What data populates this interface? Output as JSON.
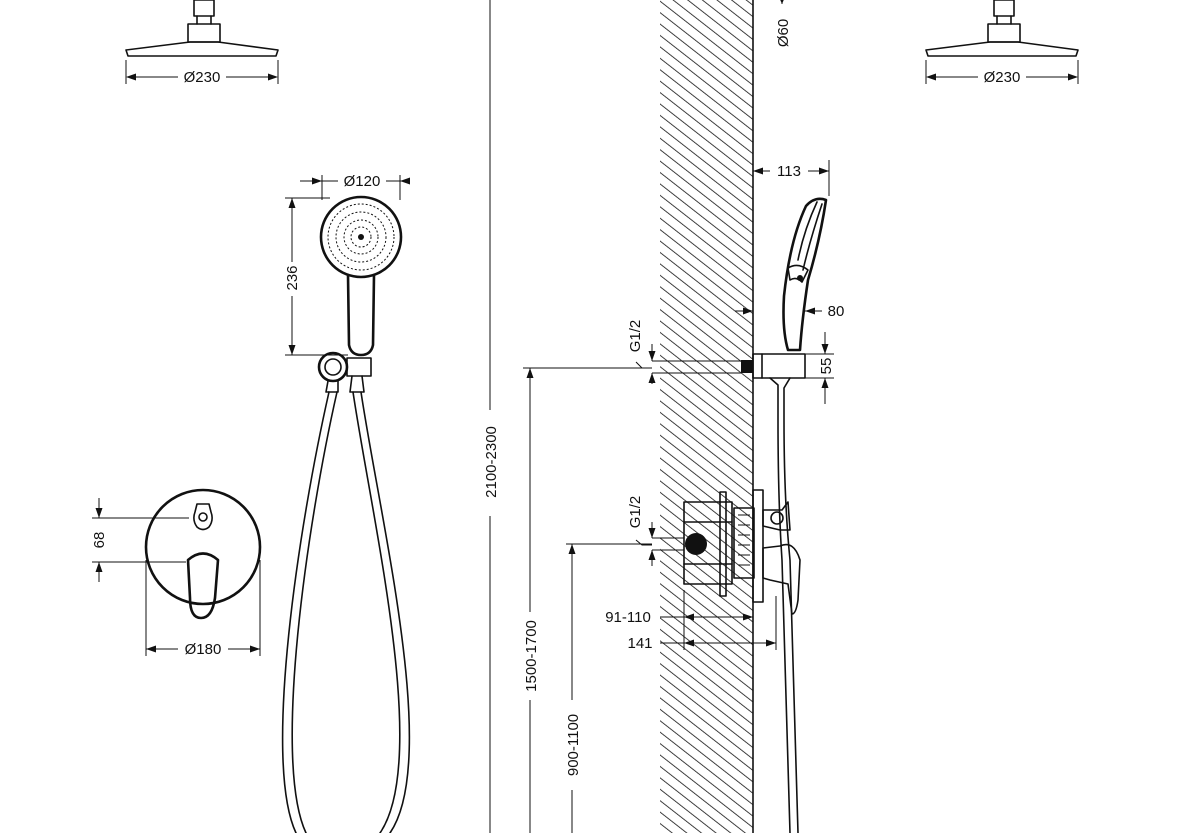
{
  "dimensions": {
    "rain_head_left_diameter": "Ø230",
    "rain_head_right_diameter": "Ø230",
    "shower_arm_diameter": "Ø60",
    "hand_shower_diameter": "Ø120",
    "hand_shower_length": "236",
    "wall_plate_diameter": "Ø180",
    "handle_spacing": "68",
    "mounting_height_total": "2100-2300",
    "hand_shower_outlet_height": "1500-1700",
    "valve_height": "900-1100",
    "projection_hand_shower": "113",
    "holder_projection": "80",
    "holder_height": "55",
    "upper_connection_thread": "G1/2",
    "lower_connection_thread": "G1/2",
    "valve_depth_range": "91-110",
    "valve_total_depth": "141"
  },
  "colors": {
    "line": "#111111",
    "background": "#ffffff"
  }
}
